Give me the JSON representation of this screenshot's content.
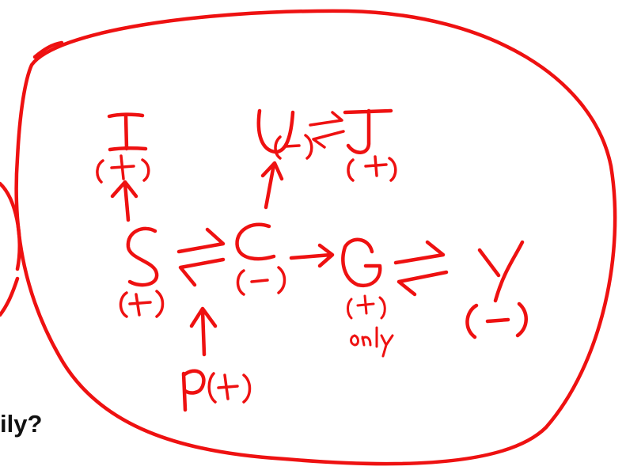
{
  "colors": {
    "ink": "#ee1111",
    "text": "#111111",
    "background": "#ffffff"
  },
  "question_fragment": "ily?",
  "nodes": [
    {
      "id": "I",
      "letter": "I",
      "sign": "(+)"
    },
    {
      "id": "U",
      "letter": "U",
      "sign": "(-)"
    },
    {
      "id": "J",
      "letter": "J",
      "sign": "(+)"
    },
    {
      "id": "S",
      "letter": "S",
      "sign": "(+)"
    },
    {
      "id": "C",
      "letter": "C",
      "sign": "(-)"
    },
    {
      "id": "G",
      "letter": "G",
      "sign": "(+)",
      "note": "only"
    },
    {
      "id": "Y",
      "letter": "Y",
      "sign": "(-)"
    },
    {
      "id": "P",
      "letter": "P",
      "sign": "(+)"
    }
  ],
  "arrows": [
    {
      "from": "S",
      "to": "I",
      "kind": "forward"
    },
    {
      "from": "C",
      "to": "U",
      "kind": "forward"
    },
    {
      "from": "U",
      "to": "J",
      "kind": "equilibrium"
    },
    {
      "from": "S",
      "to": "C",
      "kind": "equilibrium"
    },
    {
      "from": "C",
      "to": "G",
      "kind": "forward"
    },
    {
      "from": "G",
      "to": "Y",
      "kind": "equilibrium"
    },
    {
      "from": "P",
      "to": "S",
      "kind": "forward"
    }
  ]
}
